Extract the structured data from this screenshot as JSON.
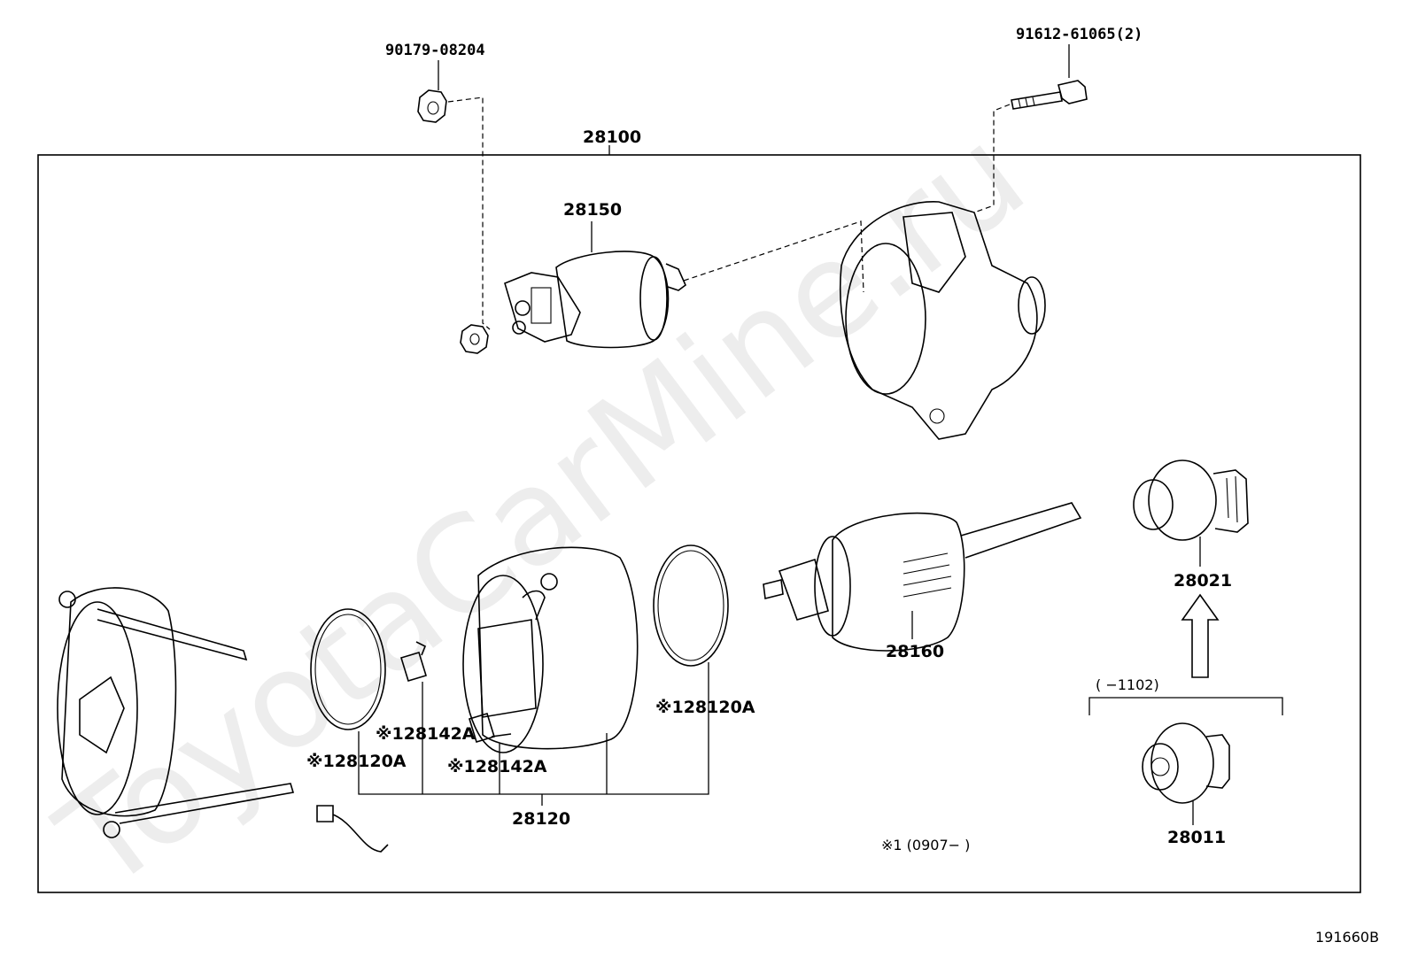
{
  "watermark": "ToyotaCarMine.ru",
  "diagram_code": "191660B",
  "assembly": {
    "label": "28100"
  },
  "parts": {
    "nut_top": "90179-08204",
    "bolt_top": "91612-61065(2)",
    "solenoid": "28150",
    "armature": "28160",
    "drive_upper": "28021",
    "drive_lower": "28011",
    "yoke_assy": "28120",
    "oring_left": "※128120A",
    "oring_right": "※128120A",
    "brush_upper": "※128142A",
    "brush_lower": "※128142A"
  },
  "notes": {
    "range_upper": "(     −1102)",
    "footnote": "※1 (0907−     )"
  }
}
